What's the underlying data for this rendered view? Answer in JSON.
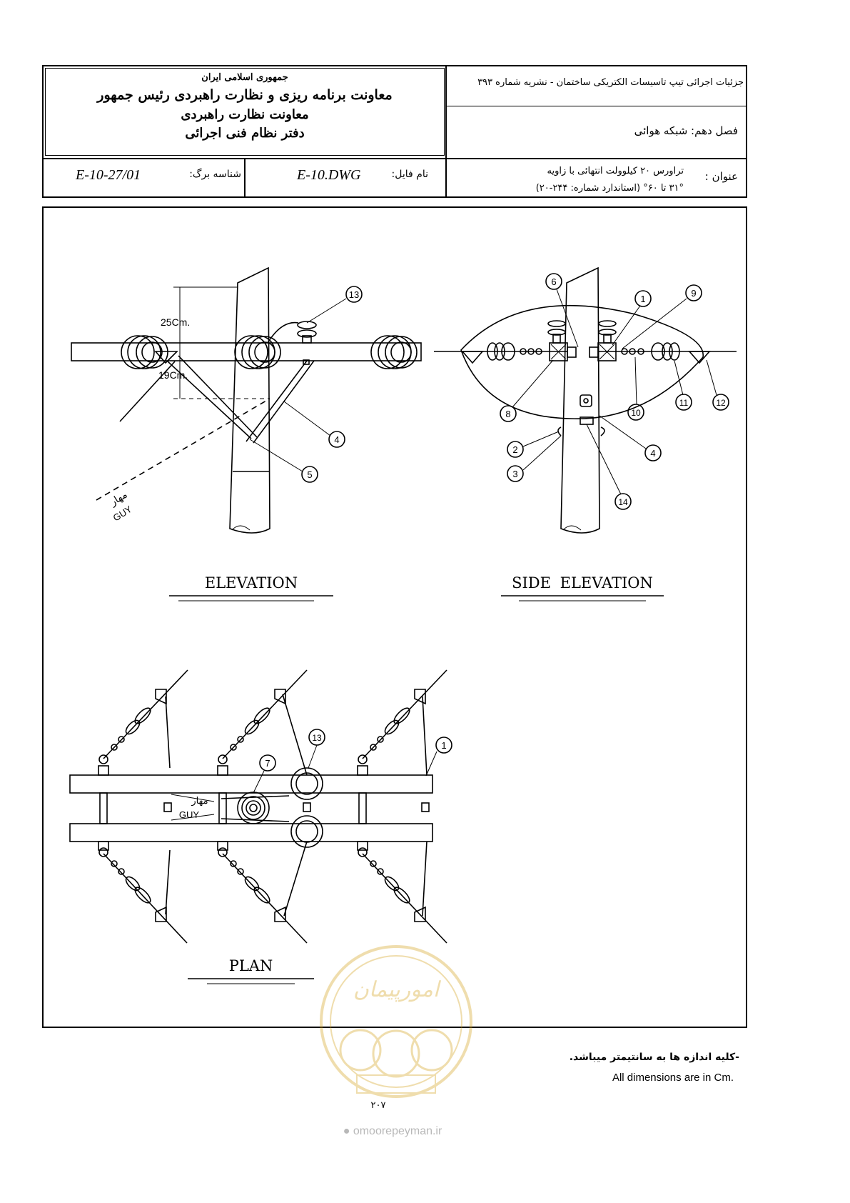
{
  "header": {
    "org_line1": "جمهوری اسلامی ایران",
    "org_line2": "معاونت برنامه ریزی و نظارت راهبردی رئیس جمهور",
    "org_line3": "معاونت نظارت راهبردی",
    "org_line4": "دفتر نظام فنی اجرائی",
    "publication_title": "جزئیات اجرائی تیپ تاسیسات الکتریکی ساختمان - نشریه شماره ۳۹۳",
    "chapter": "فصل دهم: شبکه هوائی",
    "sheet_id_label": "شناسه برگ:",
    "sheet_id": "E-10-27/01",
    "file_name_label": "نام فایل:",
    "file_name": "E-10.DWG",
    "title_label": "عنوان :",
    "title_line1": "تراورس ۲۰ کیلوولت انتهائی با زاویه",
    "title_line2": "۳۱° تا ۶۰° (استاندارد شماره: ۲۴۴-۲۰)"
  },
  "drawing": {
    "elevation_title": "ELEVATION",
    "side_elevation_title": "SIDE ELEVATION",
    "plan_title": "PLAN",
    "dim_25": "25Cm.",
    "dim_19": "19Cm.",
    "guy_fa": "مهار",
    "guy_en": "GUY",
    "elevation_callouts": [
      "13",
      "4",
      "5"
    ],
    "side_callouts": [
      "6",
      "1",
      "9",
      "8",
      "10",
      "11",
      "12",
      "2",
      "3",
      "4",
      "14"
    ],
    "plan_callouts": [
      "13",
      "7",
      "1"
    ]
  },
  "notes": {
    "fa": "-کلیه اندازه ها به سانتیمتر میباشد.",
    "en": "All dimensions are in Cm."
  },
  "page_number": "۲۰۷",
  "watermark": {
    "text": "امورپیمان",
    "site": "omoorepeyman.ir"
  }
}
